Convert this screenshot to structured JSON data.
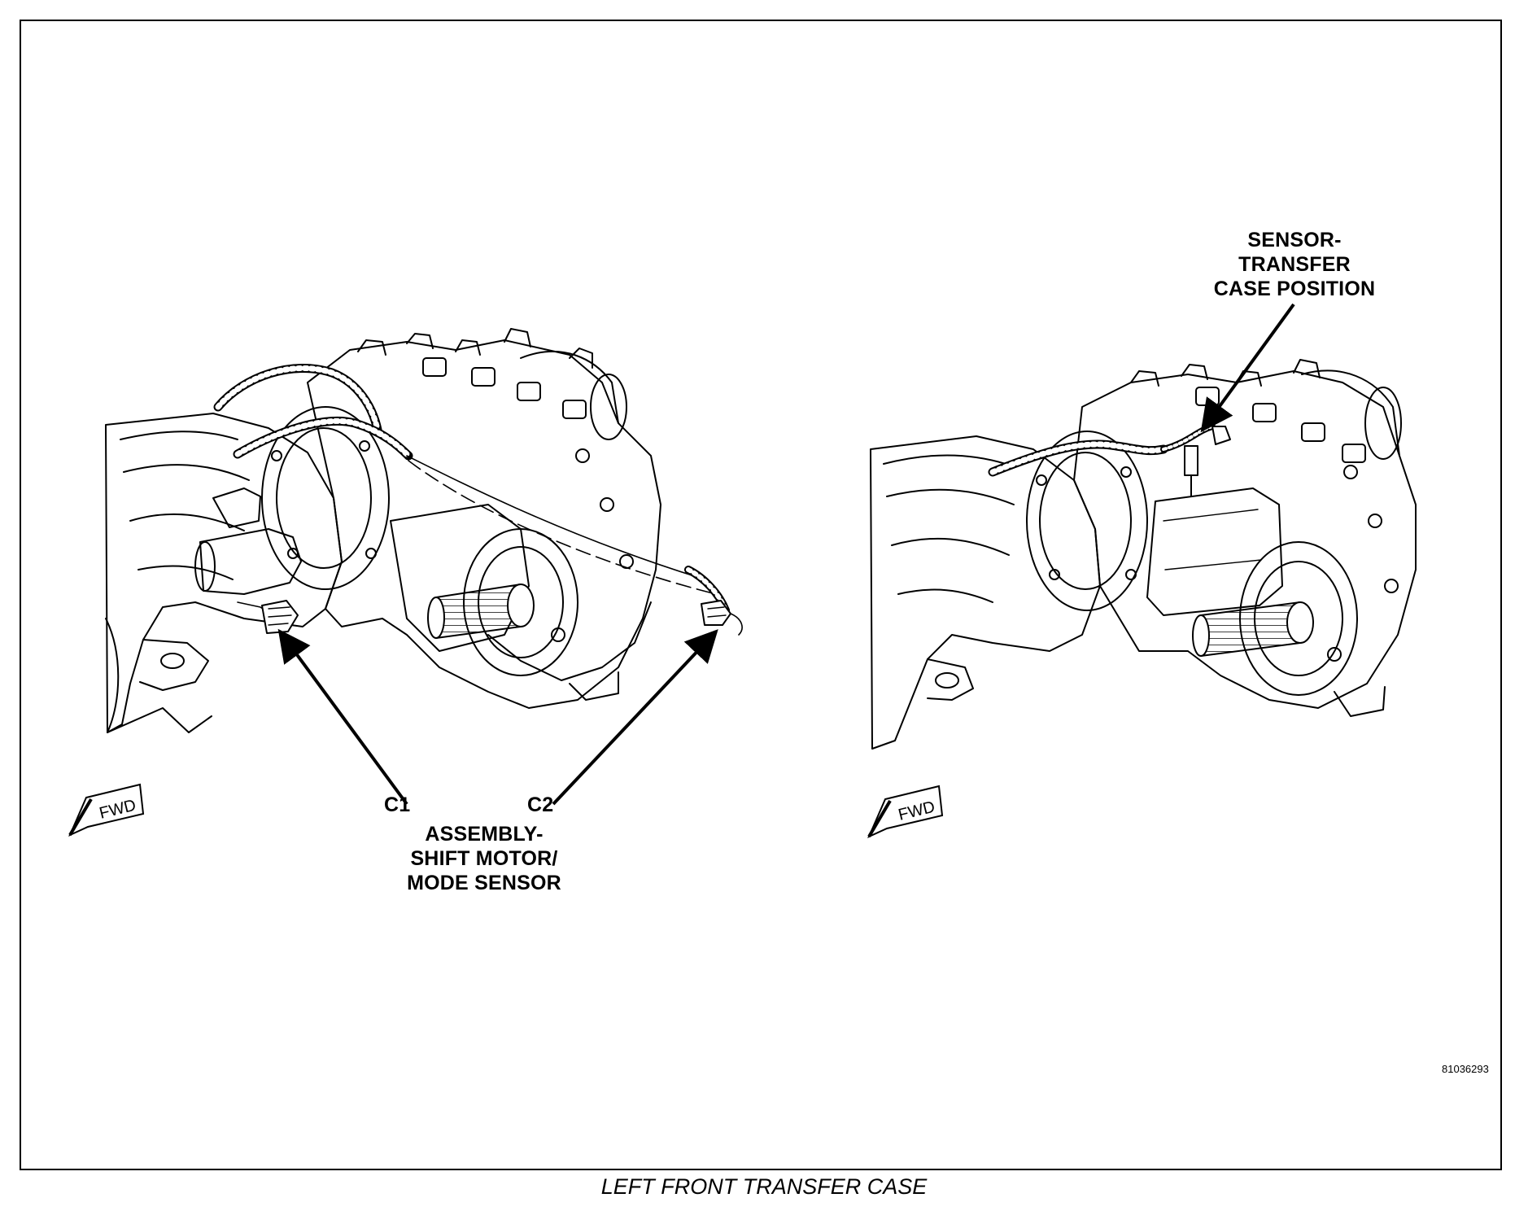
{
  "figure": {
    "caption": "LEFT FRONT TRANSFER CASE",
    "figure_id": "81036293",
    "labels": {
      "c1": "C1",
      "c2": "C2",
      "shift_motor": [
        "ASSEMBLY-",
        "SHIFT MOTOR/",
        "MODE SENSOR"
      ],
      "position_sensor": [
        "SENSOR-",
        "TRANSFER",
        "CASE POSITION"
      ]
    },
    "fwd_marker": "FWD"
  }
}
